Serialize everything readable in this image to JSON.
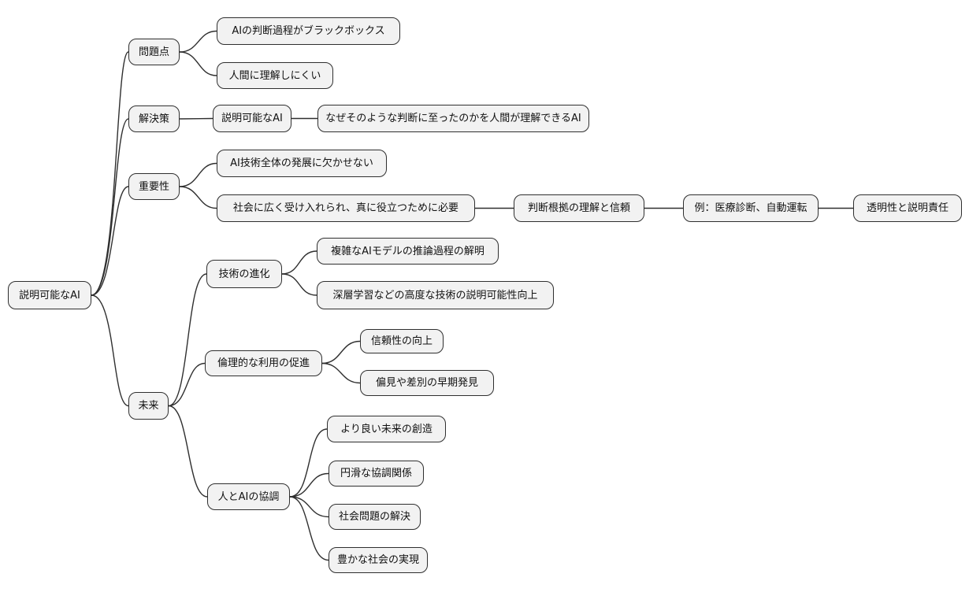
{
  "diagram_type": "mindmap",
  "style": {
    "background": "#ffffff",
    "node_fill": "#f2f2f2",
    "node_border": "#2f2f2f",
    "edge_color": "#2f2f2f",
    "text_color": "#111111"
  },
  "tree": {
    "label": "説明可能なAI",
    "children": [
      {
        "label": "問題点",
        "children": [
          {
            "label": "AIの判断過程がブラックボックス"
          },
          {
            "label": "人間に理解しにくい"
          }
        ]
      },
      {
        "label": "解決策",
        "children": [
          {
            "label": "説明可能なAI",
            "children": [
              {
                "label": "なぜそのような判断に至ったのかを人間が理解できるAI"
              }
            ]
          }
        ]
      },
      {
        "label": "重要性",
        "children": [
          {
            "label": "AI技術全体の発展に欠かせない"
          },
          {
            "label": "社会に広く受け入れられ、真に役立つために必要",
            "children": [
              {
                "label": "判断根拠の理解と信頼",
                "children": [
                  {
                    "label": "例：医療診断、自動運転",
                    "children": [
                      {
                        "label": "透明性と説明責任"
                      }
                    ]
                  }
                ]
              }
            ]
          }
        ]
      },
      {
        "label": "未来",
        "children": [
          {
            "label": "技術の進化",
            "children": [
              {
                "label": "複雑なAIモデルの推論過程の解明"
              },
              {
                "label": "深層学習などの高度な技術の説明可能性向上"
              }
            ]
          },
          {
            "label": "倫理的な利用の促進",
            "children": [
              {
                "label": "信頼性の向上"
              },
              {
                "label": "偏見や差別の早期発見"
              }
            ]
          },
          {
            "label": "人とAIの協調",
            "children": [
              {
                "label": "より良い未来の創造"
              },
              {
                "label": "円滑な協調関係"
              },
              {
                "label": "社会問題の解決"
              },
              {
                "label": "豊かな社会の実現"
              }
            ]
          }
        ]
      }
    ]
  }
}
